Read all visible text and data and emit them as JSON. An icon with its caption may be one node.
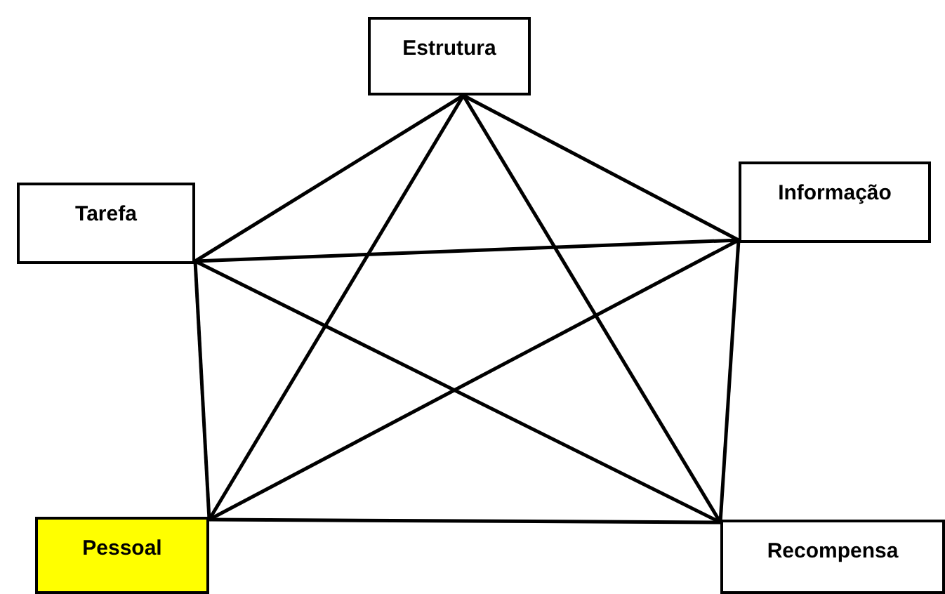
{
  "diagram": {
    "nodes": [
      {
        "text": [
          "Estrutura"
        ]
      },
      {
        "text": [
          "Tarefa"
        ]
      },
      {
        "text": [
          "Informação"
        ]
      },
      {
        "text": [
          "Pessoal"
        ]
      },
      {
        "text": [
          "Recompensa"
        ]
      }
    ],
    "edges": [
      {
        "from": 0,
        "to": 1,
        "arrow": "none"
      },
      {
        "from": 0,
        "to": 2,
        "arrow": "none"
      },
      {
        "from": 0,
        "to": 3,
        "arrow": "none"
      },
      {
        "from": 0,
        "to": 4,
        "arrow": "none"
      },
      {
        "from": 1,
        "to": 2,
        "arrow": "none"
      },
      {
        "from": 1,
        "to": 3,
        "arrow": "none"
      },
      {
        "from": 1,
        "to": 4,
        "arrow": "none"
      },
      {
        "from": 2,
        "to": 3,
        "arrow": "none"
      },
      {
        "from": 2,
        "to": 4,
        "arrow": "none"
      },
      {
        "from": 3,
        "to": 4,
        "arrow": "none"
      }
    ]
  }
}
